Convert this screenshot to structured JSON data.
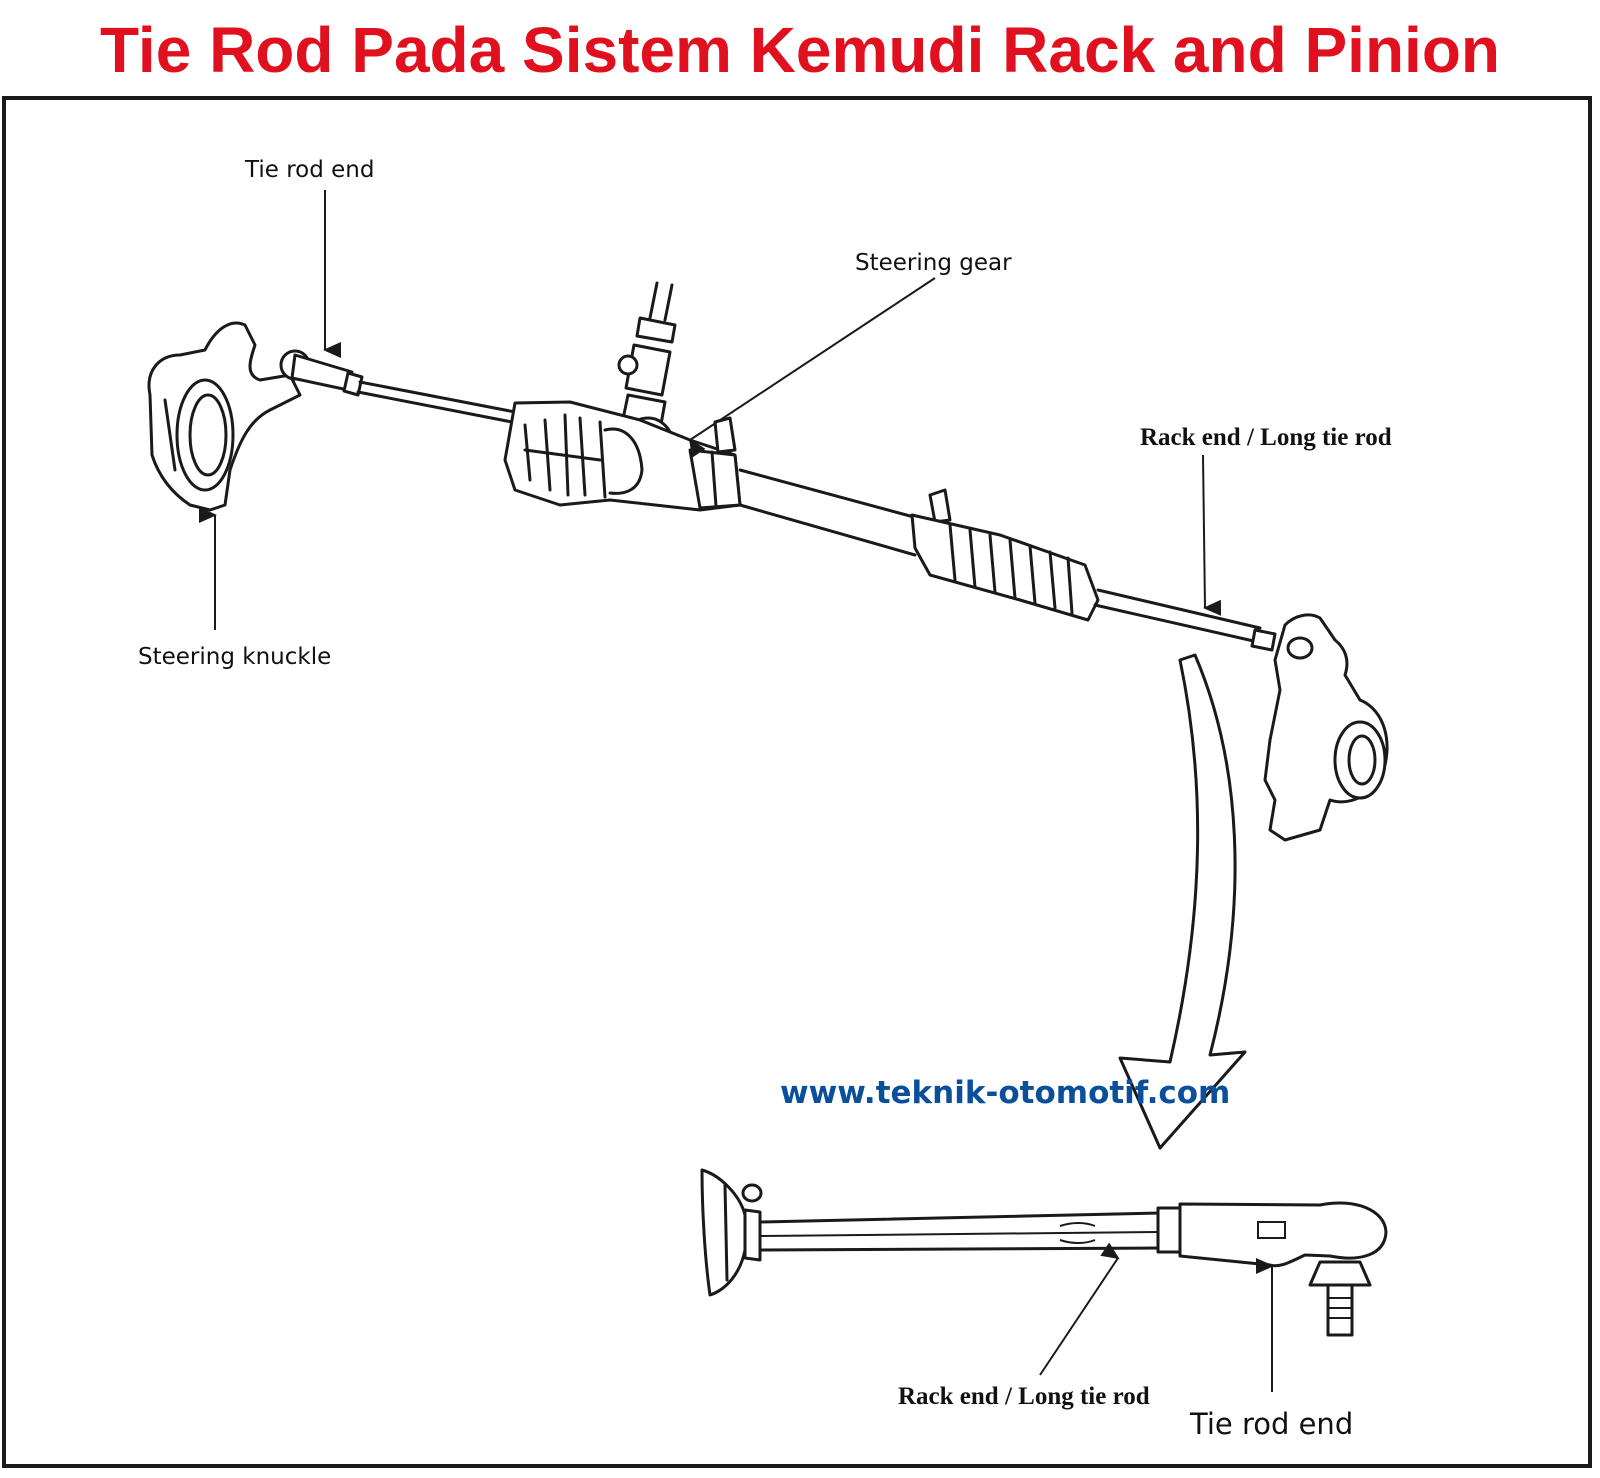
{
  "title": "Tie Rod Pada Sistem Kemudi Rack and Pinion",
  "colors": {
    "title": "#e0101e",
    "url": "#0a4f9c",
    "ink": "#1a1a1a"
  },
  "labels": {
    "tie_rod_end_top": "Tie rod end",
    "steering_gear": "Steering gear",
    "rack_end_top": "Rack end / Long tie rod",
    "steering_knuckle": "Steering knuckle",
    "rack_end_bottom": "Rack end / Long tie rod",
    "tie_rod_end_bottom": "Tie rod end"
  },
  "watermark": "www.teknik-otomotif.com"
}
